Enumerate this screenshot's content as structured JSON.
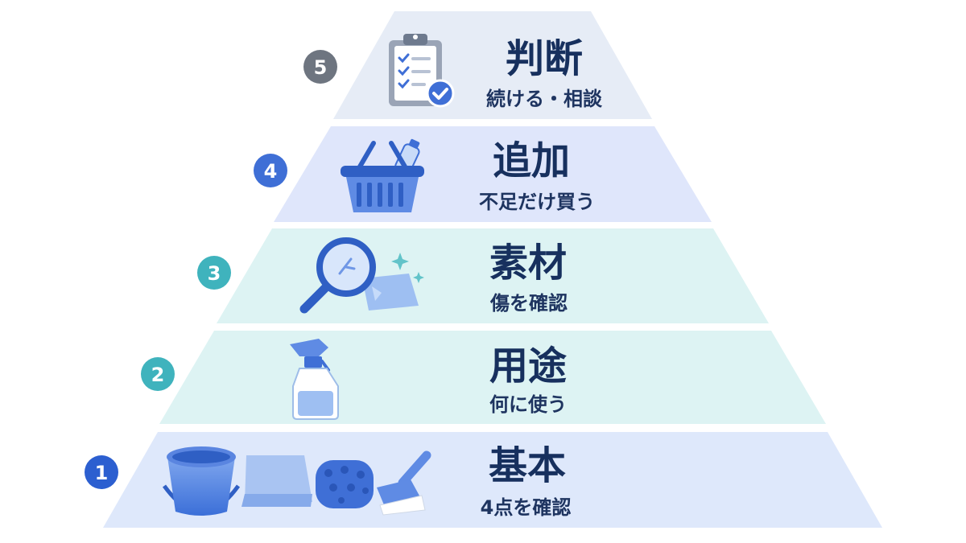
{
  "pyramid": {
    "tiers": [
      {
        "level": "5",
        "title": "判断",
        "subtitle": "続ける・相談",
        "icon": "clipboard-check-icon",
        "fill": "#e6ecf6",
        "badge_color": "#6e7580"
      },
      {
        "level": "4",
        "title": "追加",
        "subtitle": "不足だけ買う",
        "icon": "shopping-basket-icon",
        "fill": "#dfe6fb",
        "badge_color": "#3f6fd6"
      },
      {
        "level": "3",
        "title": "素材",
        "subtitle": "傷を確認",
        "icon": "magnifier-icon",
        "fill": "#ddf3f3",
        "badge_color": "#3fb3bd"
      },
      {
        "level": "2",
        "title": "用途",
        "subtitle": "何に使う",
        "icon": "spray-bottle-icon",
        "fill": "#ddf3f3",
        "badge_color": "#3fb3bd"
      },
      {
        "level": "1",
        "title": "基本",
        "subtitle": "4点を確認",
        "icon": "cleaning-tools-icon",
        "fill": "#dee8fb",
        "badge_color": "#2c5fd0"
      }
    ]
  }
}
